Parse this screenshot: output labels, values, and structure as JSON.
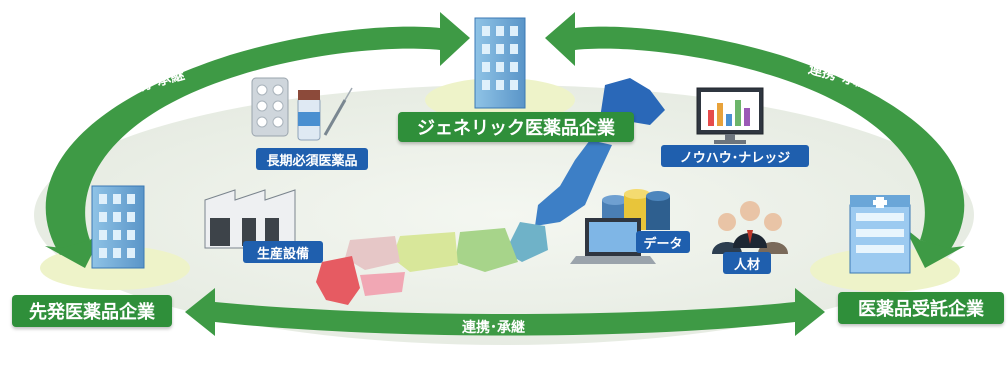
{
  "companies": {
    "generic": "ジェネリック医薬品企業",
    "original": "先発医薬品企業",
    "contract": "医薬品受託企業"
  },
  "arrows": {
    "top_left": "連携･承継",
    "top_right": "連携･承継",
    "bottom": "連携･承継"
  },
  "resources": {
    "long_listed": "長期必須医薬品",
    "knowhow": "ノウハウ･ナレッジ",
    "facilities": "生産設備",
    "data": "データ",
    "talent": "人材"
  },
  "colors": {
    "arrow_green": "#3e9a45",
    "label_green": "#2f8f3a",
    "label_blue": "#1f5fae"
  },
  "icons": [
    "building-icon",
    "pill-bottle-icon",
    "factory-icon",
    "database-icon",
    "monitor-chart-icon",
    "people-icon",
    "japan-map-icon"
  ]
}
